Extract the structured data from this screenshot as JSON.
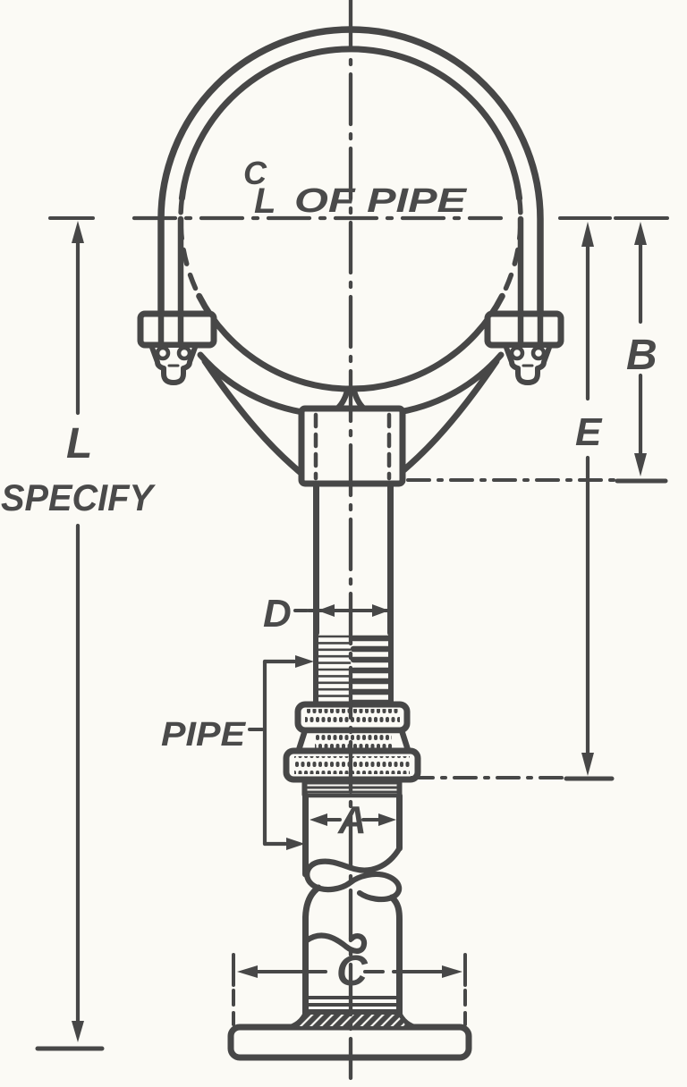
{
  "drawing": {
    "colors": {
      "ink": "#474747",
      "paper": "#fbfaf5"
    },
    "labels": {
      "cl_c": "C",
      "cl_l": "L",
      "of_pipe": "OF PIPE",
      "dim_l": "L",
      "specify": "SPECIFY",
      "dim_b": "B",
      "dim_e": "E",
      "dim_d": "D",
      "pipe_callout": "PIPE",
      "dim_a": "A",
      "dim_c": "C"
    }
  }
}
